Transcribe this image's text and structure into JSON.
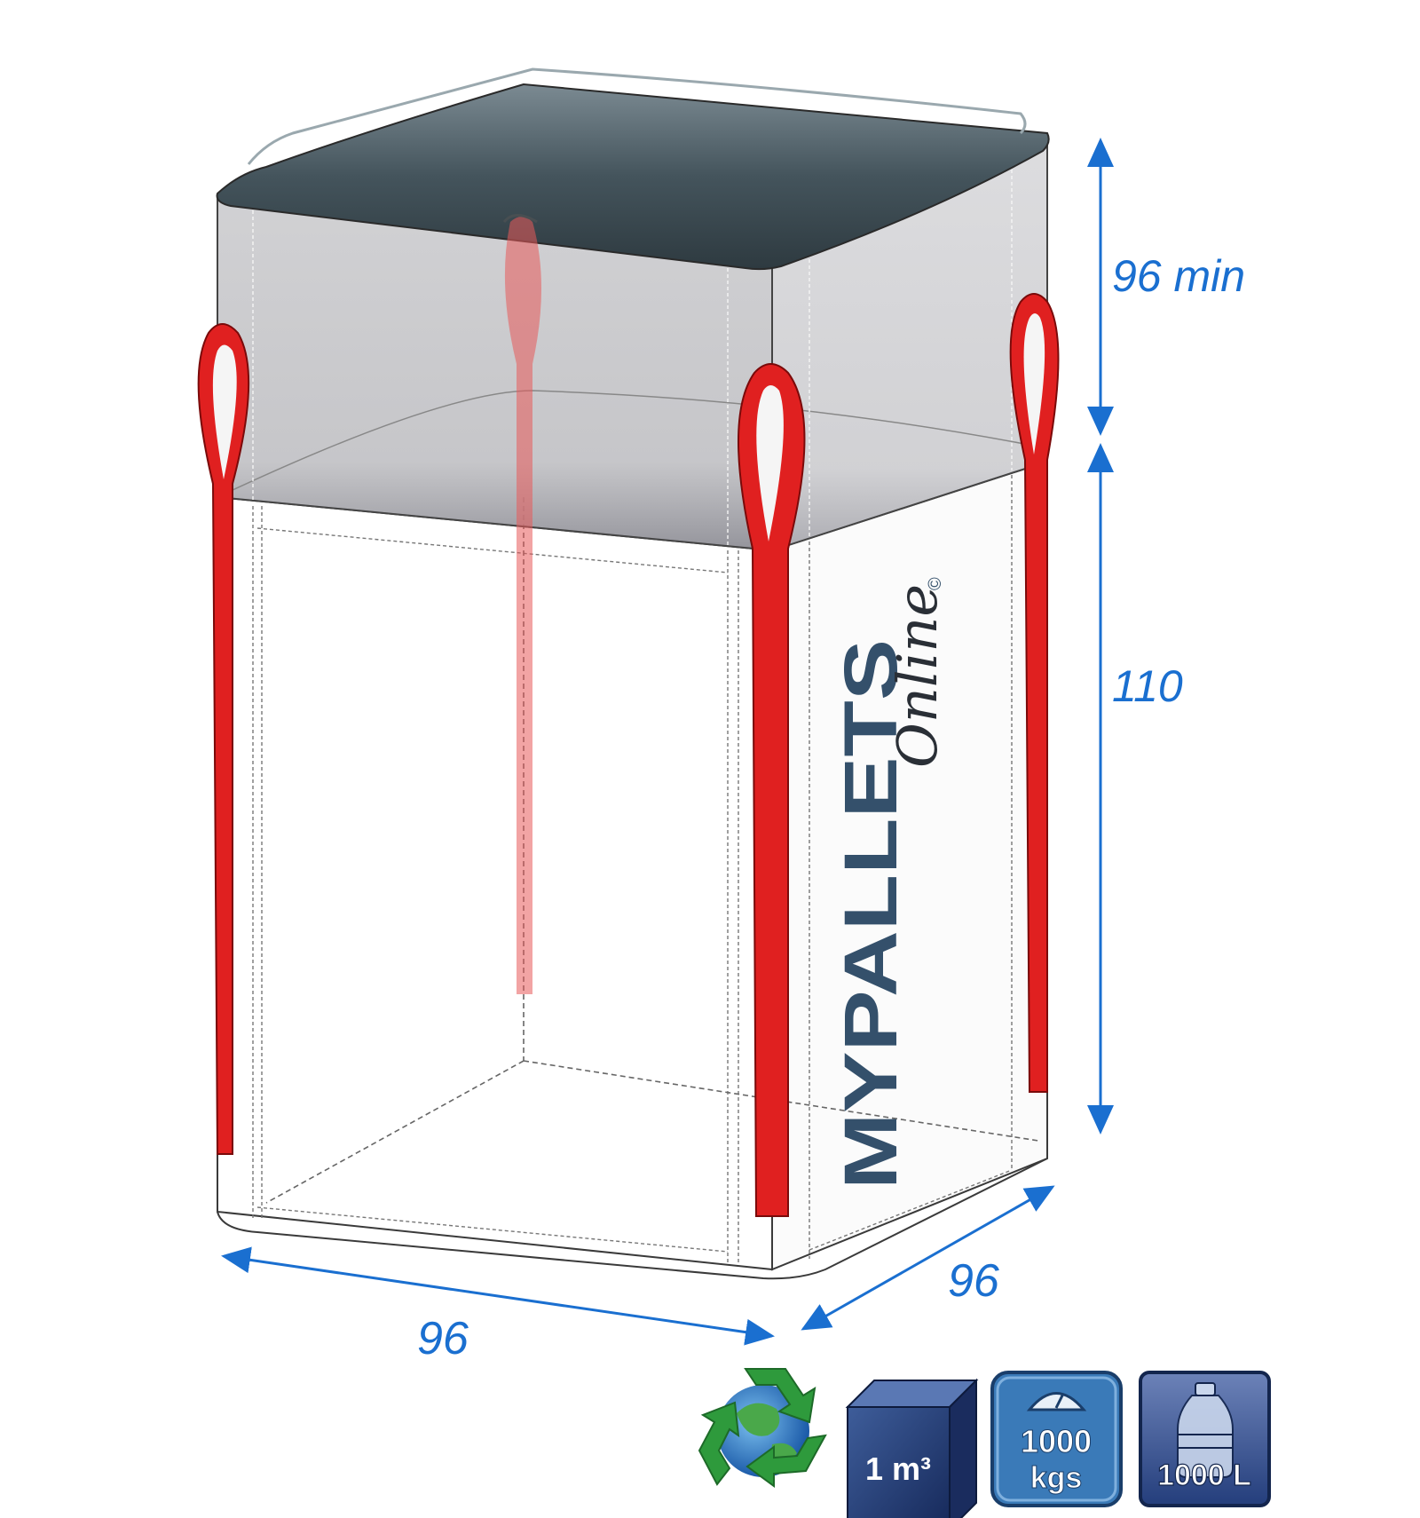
{
  "dimensions": {
    "top_height": "96 min",
    "body_height": "110",
    "front_width": "96",
    "side_depth": "96"
  },
  "brand": {
    "main": "MYPALLETS",
    "script": "Online",
    "mark": "©"
  },
  "badges": {
    "volume": "1 m³",
    "weight_value": "1000",
    "weight_unit": "kgs",
    "capacity": "1000 L"
  },
  "icons": [
    "recycle-globe-icon",
    "cube-icon",
    "weight-scale-icon",
    "bottle-icon"
  ],
  "colors": {
    "dimension_blue": "#1a6fd0",
    "strap_red": "#e02020",
    "lid_dark": "#3a4850",
    "brand_slate": "#34506b",
    "badge_navy": "#1f3c72",
    "badge_steel": "#3a7ab8",
    "recycle_green": "#2e9a3c"
  }
}
